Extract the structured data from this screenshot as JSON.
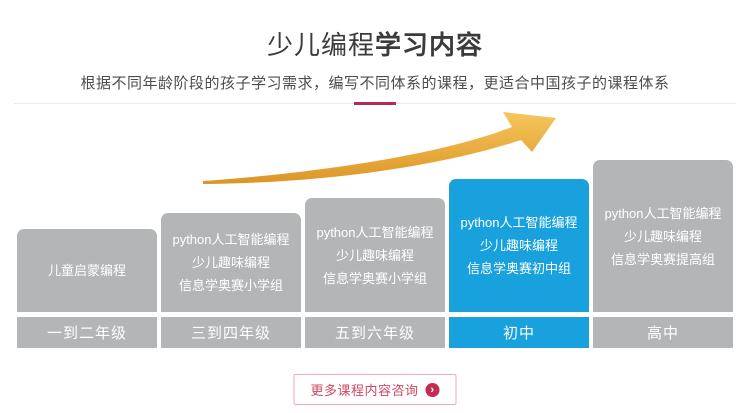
{
  "header": {
    "title_regular": "少儿编程",
    "title_bold": "学习内容",
    "subtitle": "根据不同年龄阶段的孩子学习需求，编写不同体系的课程，更适合中国孩子的课程体系"
  },
  "ladder": {
    "columns": [
      {
        "courses": [
          "儿童启蒙编程"
        ],
        "grade": "一到二年级",
        "highlighted": false
      },
      {
        "courses": [
          "python人工智能编程",
          "少儿趣味编程",
          "信息学奥赛小学组"
        ],
        "grade": "三到四年级",
        "highlighted": false
      },
      {
        "courses": [
          "python人工智能编程",
          "少儿趣味编程",
          "信息学奥赛小学组"
        ],
        "grade": "五到六年级",
        "highlighted": false
      },
      {
        "courses": [
          "python人工智能编程",
          "少儿趣味编程",
          "信息学奥赛初中组"
        ],
        "grade": "初中",
        "highlighted": true
      },
      {
        "courses": [
          "python人工智能编程",
          "少儿趣味编程",
          "信息学奥赛提高组"
        ],
        "grade": "高中",
        "highlighted": false
      }
    ]
  },
  "cta": {
    "label": "更多课程内容咨询",
    "icon": "arrow-right-circle-icon",
    "icon_glyph": "›"
  },
  "colors": {
    "accent_red": "#b42a52",
    "cta_red": "#cf4763",
    "cta_border_pink": "#efa9b6",
    "highlight_blue": "#18a1dd",
    "step_gray": "#b4b5b7",
    "arrow_gold_light": "#f3bd4e",
    "arrow_gold_dark": "#dc9526"
  }
}
